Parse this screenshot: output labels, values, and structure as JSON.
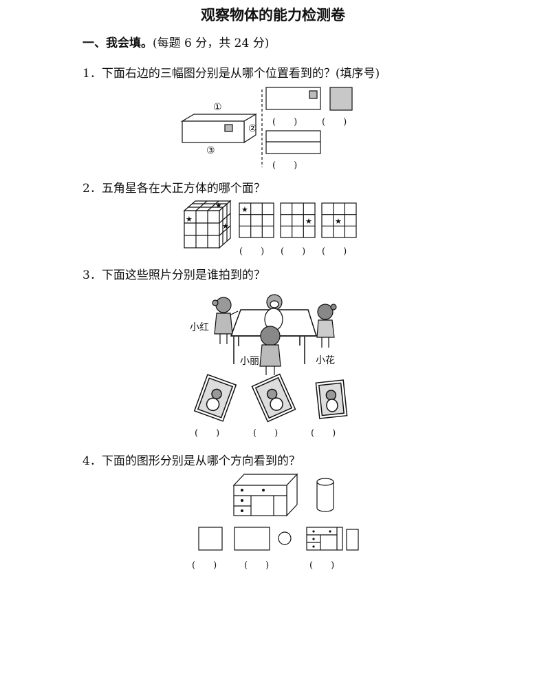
{
  "title": "观察物体的能力检测卷",
  "section": {
    "heading": "一、我会填。",
    "note": "(每题 6 分，共 24 分)"
  },
  "questions": [
    {
      "num": "1．",
      "text": "下面右边的三幅图分别是从哪个位置看到的？(填序号)",
      "marks": [
        "①",
        "②",
        "③"
      ]
    },
    {
      "num": "2．",
      "text": "五角星各在大正方体的哪个面？"
    },
    {
      "num": "3．",
      "text": "下面这些照片分别是谁拍到的？",
      "names": [
        "小红",
        "小丽",
        "小花"
      ]
    },
    {
      "num": "4．",
      "text": "下面的图形分别是从哪个方向看到的？"
    }
  ],
  "answer_blank": "(　　)"
}
